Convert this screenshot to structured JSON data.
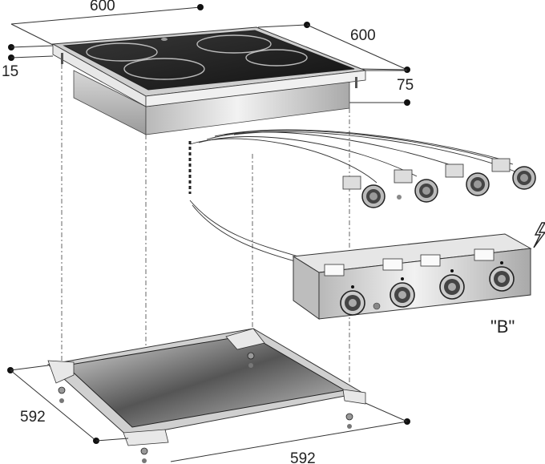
{
  "dimensions": {
    "top_width": "600",
    "top_depth": "600",
    "glass_thickness": "15",
    "frame_height": "75",
    "base_width": "592",
    "base_depth": "592"
  },
  "control_box_label": "\"B\"",
  "icons": [
    "electric-bolt-icon"
  ]
}
